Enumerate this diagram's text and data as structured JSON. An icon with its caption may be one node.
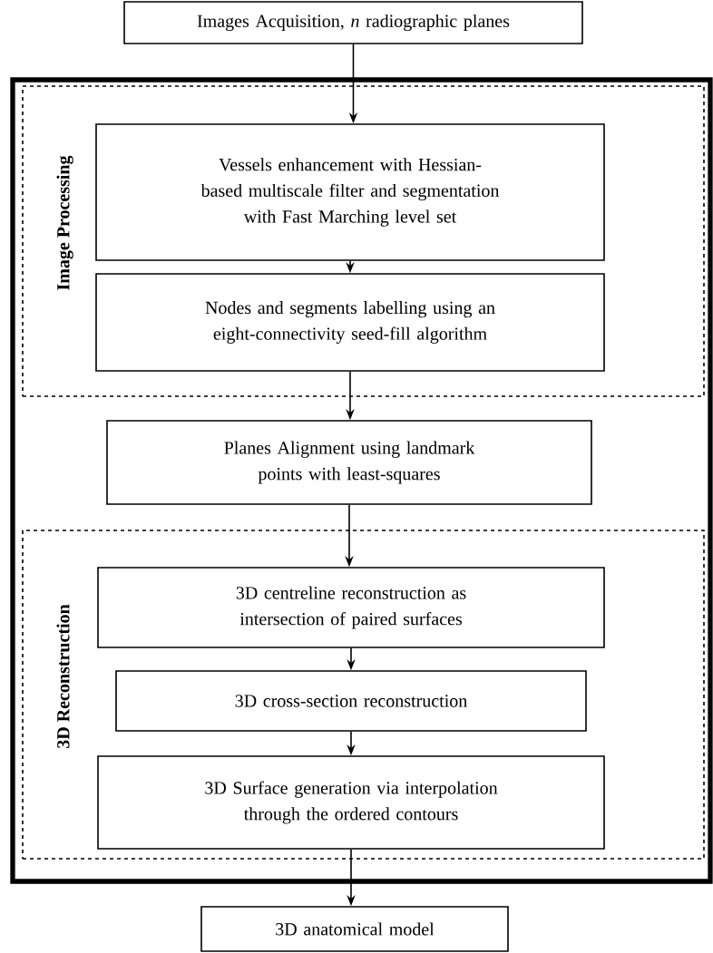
{
  "diagram": {
    "nodes": [
      {
        "text": [
          "Images Acquisition, *n* radiographic planes"
        ]
      },
      {
        "text": [],
        "shape": "box"
      },
      {
        "text": [
          "Image Processing"
        ],
        "in": 1
      },
      {
        "text": [
          "Vessels enhancement with Hessian-based multiscale filter and segmentation with Fast Marching level set"
        ],
        "in": 2
      },
      {
        "text": [
          "Nodes and segments labelling using an eight-connectivity seed-fill algorithm"
        ],
        "in": 2
      },
      {
        "text": [
          "Planes Alignment using landmark points with least-squares"
        ],
        "in": 1
      },
      {
        "text": [
          "3D Reconstruction"
        ],
        "in": 1
      },
      {
        "text": [
          "3D centreline reconstruction as intersection of paired surfaces"
        ],
        "in": 6
      },
      {
        "text": [
          "3D cross-section reconstruction"
        ],
        "in": 6
      },
      {
        "text": [
          "3D Surface generation via interpolation through the ordered contours"
        ],
        "in": 6
      },
      {
        "text": [
          "3D anatomical model"
        ]
      }
    ],
    "edges": [
      {
        "from": 0,
        "to": 3,
        "arrow": "to"
      },
      {
        "from": 3,
        "to": 4,
        "arrow": "to"
      },
      {
        "from": 4,
        "to": 5,
        "arrow": "to"
      },
      {
        "from": 5,
        "to": 7,
        "arrow": "to"
      },
      {
        "from": 7,
        "to": 8,
        "arrow": "to"
      },
      {
        "from": 8,
        "to": 9,
        "arrow": "to"
      },
      {
        "from": 9,
        "to": 10,
        "arrow": "to"
      }
    ]
  }
}
